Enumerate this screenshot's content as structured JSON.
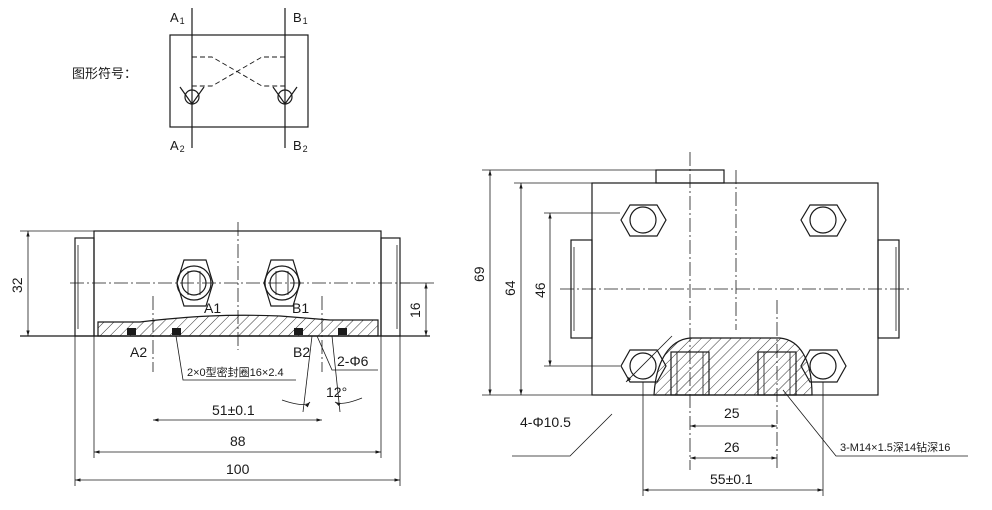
{
  "symbol": {
    "title": "图形符号：",
    "ports": {
      "a1": {
        "main": "A",
        "sub": "1"
      },
      "b1": {
        "main": "B",
        "sub": "1"
      },
      "a2": {
        "main": "A",
        "sub": "2"
      },
      "b2": {
        "main": "B",
        "sub": "2"
      }
    }
  },
  "front_view": {
    "port_a1": "A1",
    "port_b1": "B1",
    "port_a2": "A2",
    "port_b2": "B2",
    "seal_note": "2×0型密封圈16×2.4",
    "holes_note": "2-Φ6",
    "angle": "12°",
    "dims": {
      "height_32": "32",
      "height_16": "16",
      "pitch_51": "51±0.1",
      "width_88": "88",
      "width_100": "100"
    }
  },
  "side_view": {
    "dims": {
      "height_69": "69",
      "height_64": "64",
      "height_46": "46",
      "pitch_25": "25",
      "width_26": "26",
      "pitch_55": "55±0.1"
    },
    "mount_holes_note": "4-Φ10.5",
    "thread_note": "3-M14×1.5深14钻深16"
  }
}
